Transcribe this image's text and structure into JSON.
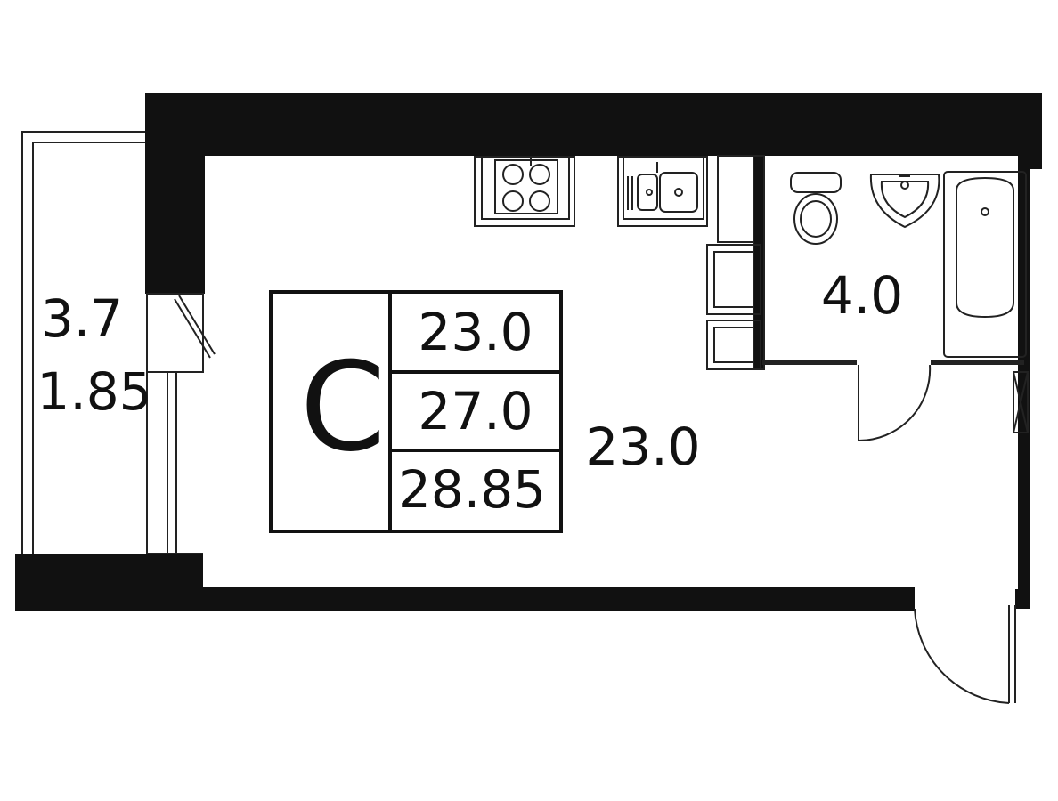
{
  "type_badge": {
    "letter": "С",
    "values": [
      "23.0",
      "27.0",
      "28.85"
    ]
  },
  "rooms": {
    "main_room_area": "23.0",
    "bathroom_area": "4.0"
  },
  "balcony": {
    "area": "3.7",
    "reduced_area": "1.85"
  },
  "colors": {
    "wall": "#111111",
    "line": "#222222",
    "background": "#ffffff"
  },
  "icons": [
    "stove-icon",
    "kitchen-sink-icon",
    "toilet-icon",
    "washbasin-icon",
    "bathtub-icon"
  ]
}
